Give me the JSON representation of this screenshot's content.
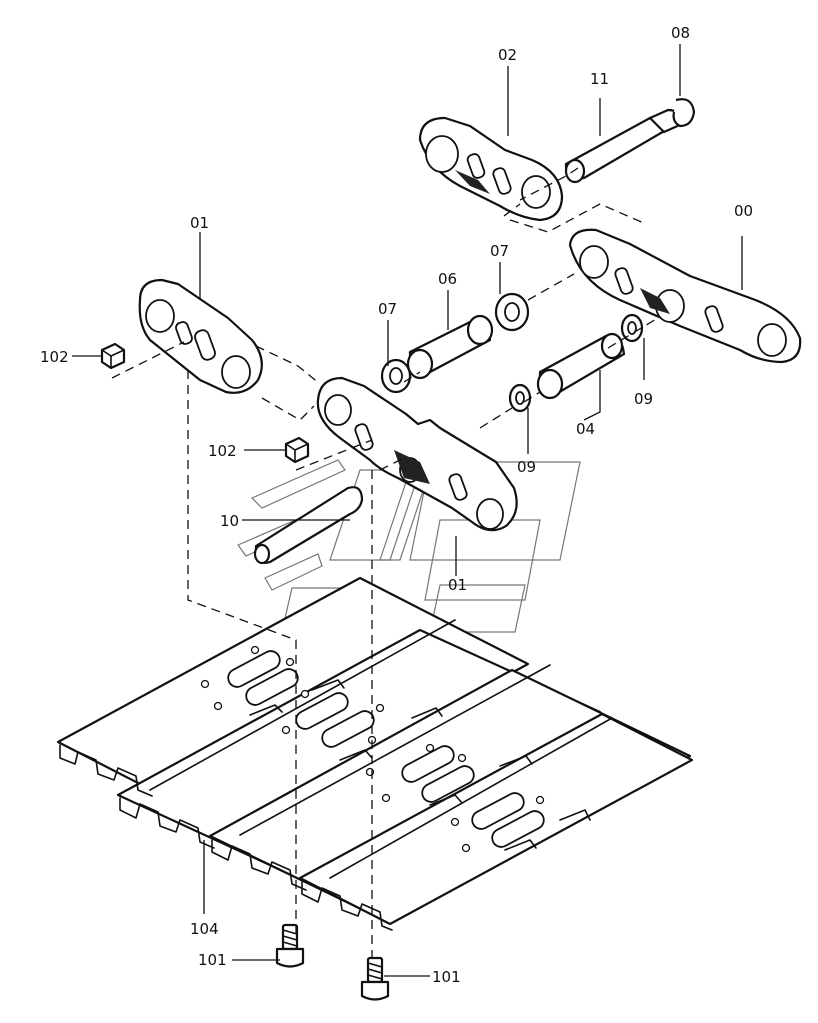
{
  "labels": {
    "p00": "00",
    "p01_left": "01",
    "p01_right": "01",
    "p02": "02",
    "p04": "04",
    "p06": "06",
    "p07_left": "07",
    "p07_right": "07",
    "p08": "08",
    "p09_lower": "09",
    "p09_right": "09",
    "p10": "10",
    "p11": "11",
    "p101_left": "101",
    "p101_right": "101",
    "p102_left": "102",
    "p102_mid": "102",
    "p104": "104"
  },
  "colors": {
    "line": "#111111",
    "watermark": "#777777",
    "background": "#ffffff"
  }
}
